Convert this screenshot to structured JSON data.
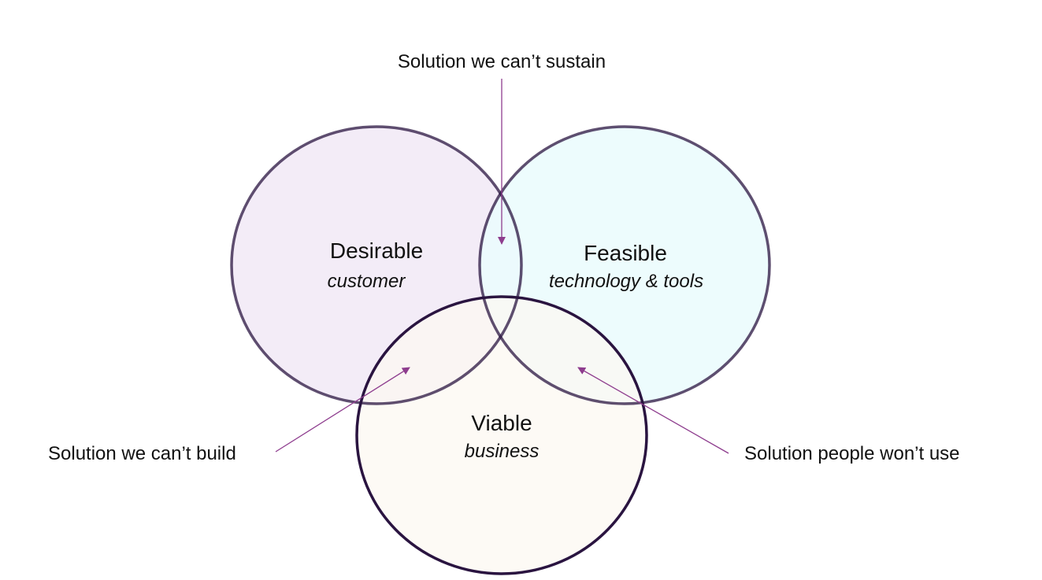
{
  "circles": {
    "desirable": {
      "title": "Desirable",
      "subtitle": "customer",
      "fill": "#f3ecf7"
    },
    "feasible": {
      "title": "Feasible",
      "subtitle": "technology & tools",
      "fill": "#ebfcfd"
    },
    "viable": {
      "title": "Viable",
      "subtitle": "business",
      "fill": "#fcf8f1"
    }
  },
  "callouts": {
    "top": "Solution we can’t sustain",
    "left": "Solution we can’t build",
    "right": "Solution people won’t use"
  },
  "colors": {
    "outline": "#2a1440",
    "arrow": "#8e3d8e"
  }
}
